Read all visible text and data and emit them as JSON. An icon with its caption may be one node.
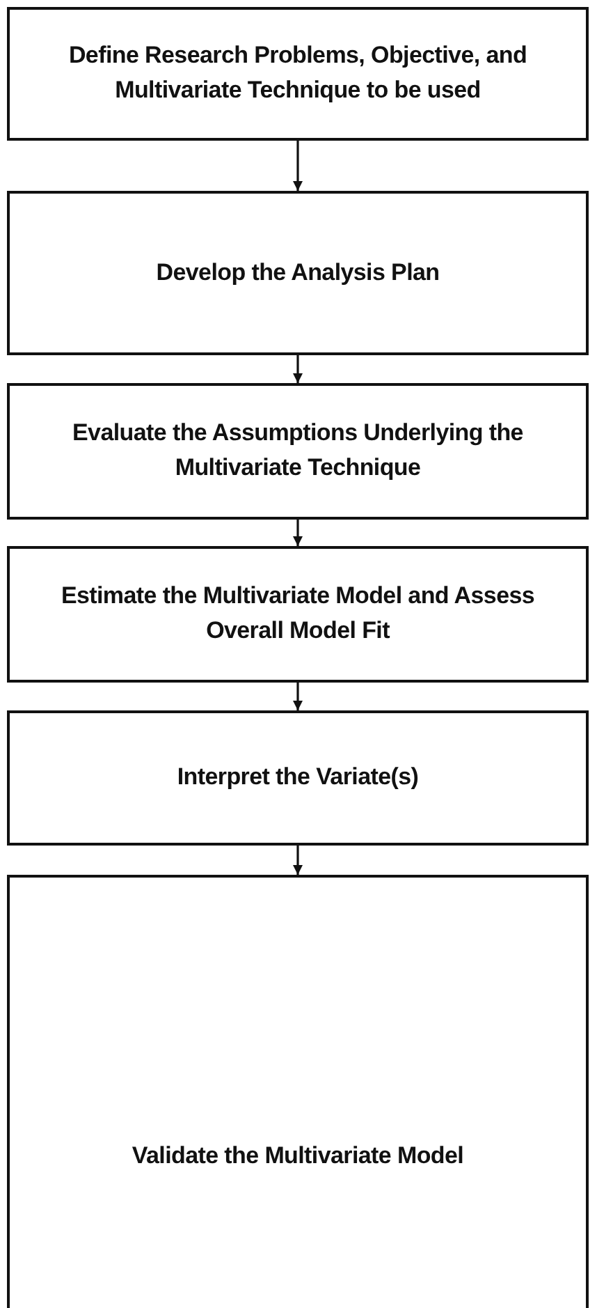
{
  "diagram": {
    "nodes": [
      {
        "text": [
          "Define Research Problems, Objective, and Multivariate Technique to be used"
        ]
      },
      {
        "text": [
          "Develop the Analysis Plan"
        ]
      },
      {
        "text": [
          "Evaluate the Assumptions Underlying the Multivariate Technique"
        ]
      },
      {
        "text": [
          "Estimate the Multivariate Model and Assess Overall Model Fit"
        ]
      },
      {
        "text": [
          "Interpret the Variate(s)"
        ]
      },
      {
        "text": [
          "Validate the Multivariate Model"
        ]
      }
    ],
    "edges": [
      {
        "from": 0,
        "to": 1,
        "arrow": "to"
      },
      {
        "from": 1,
        "to": 2,
        "arrow": "to"
      },
      {
        "from": 2,
        "to": 3,
        "arrow": "to"
      },
      {
        "from": 3,
        "to": 4,
        "arrow": "to"
      },
      {
        "from": 4,
        "to": 5,
        "arrow": "to"
      }
    ]
  }
}
